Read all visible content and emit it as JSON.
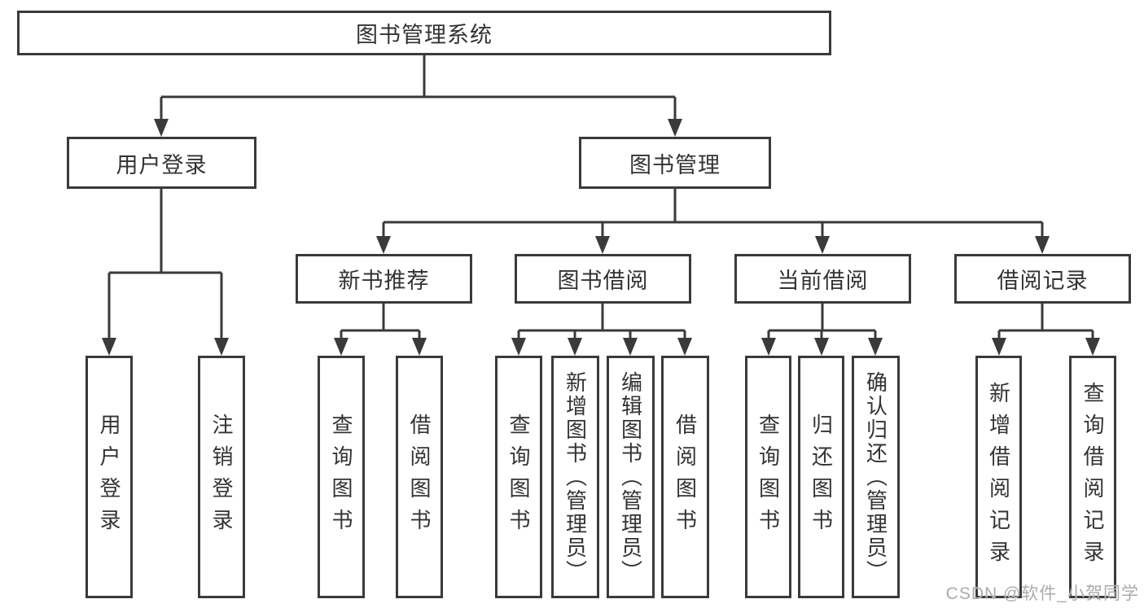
{
  "tree": {
    "root": {
      "label": "图书管理系统"
    },
    "level2": [
      {
        "label": "用户登录",
        "children": [
          {
            "label": "用户登录"
          },
          {
            "label": "注销登录"
          }
        ]
      },
      {
        "label": "图书管理",
        "children": [
          {
            "label": "新书推荐",
            "children": [
              {
                "label": "查询图书"
              },
              {
                "label": "借阅图书"
              }
            ]
          },
          {
            "label": "图书借阅",
            "children": [
              {
                "label": "查询图书"
              },
              {
                "label": "新增图书（管理员）"
              },
              {
                "label": "编辑图书（管理员）"
              },
              {
                "label": "借阅图书"
              }
            ]
          },
          {
            "label": "当前借阅",
            "children": [
              {
                "label": "查询图书"
              },
              {
                "label": "归还图书"
              },
              {
                "label": "确认归还（管理员）"
              }
            ]
          },
          {
            "label": "借阅记录",
            "children": [
              {
                "label": "新增借阅记录"
              },
              {
                "label": "查询借阅记录"
              }
            ]
          }
        ]
      }
    ]
  },
  "watermark": {
    "text": "CSDN @软件_小贺同学"
  },
  "colors": {
    "line": "#3a3a3a",
    "text": "#333333",
    "watermark": "#ababab",
    "background": "#ffffff"
  }
}
